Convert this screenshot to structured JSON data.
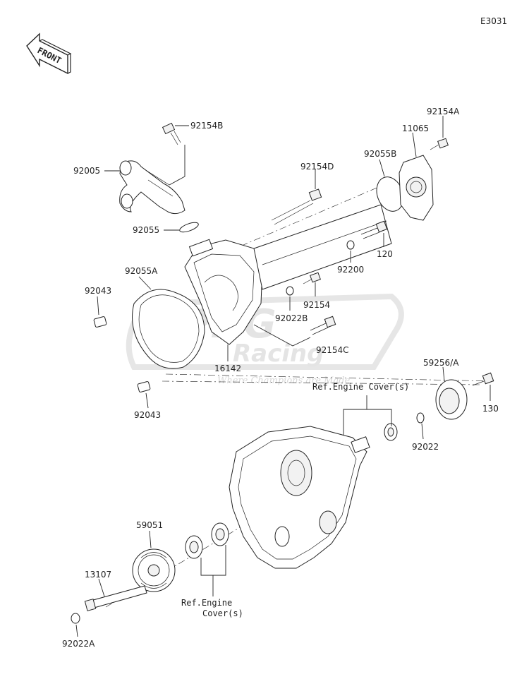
{
  "diagram_code": "E3031",
  "front_arrow_label": "FRONT",
  "watermark": {
    "line1": "BPNG",
    "line2": "Racing",
    "tagline": "Where Champions are Made"
  },
  "labels": {
    "p92154B": "92154B",
    "p92005": "92005",
    "p92055": "92055",
    "p92055A": "92055A",
    "p92043_top": "92043",
    "p92043_bottom": "92043",
    "p16142": "16142",
    "p92154D": "92154D",
    "p92055B": "92055B",
    "p11065": "11065",
    "p92154A": "92154A",
    "p120": "120",
    "p92200": "92200",
    "p92154": "92154",
    "p92022B": "92022B",
    "p92154C": "92154C",
    "p59256A": "59256/A",
    "p130": "130",
    "p92022": "92022",
    "p59051": "59051",
    "p13107": "13107",
    "p92022A": "92022A"
  },
  "references": {
    "ref_top_line1": "Ref.Engine Cover(s)",
    "ref_bottom_line1": "Ref.Engine",
    "ref_bottom_line2": "Cover(s)"
  }
}
